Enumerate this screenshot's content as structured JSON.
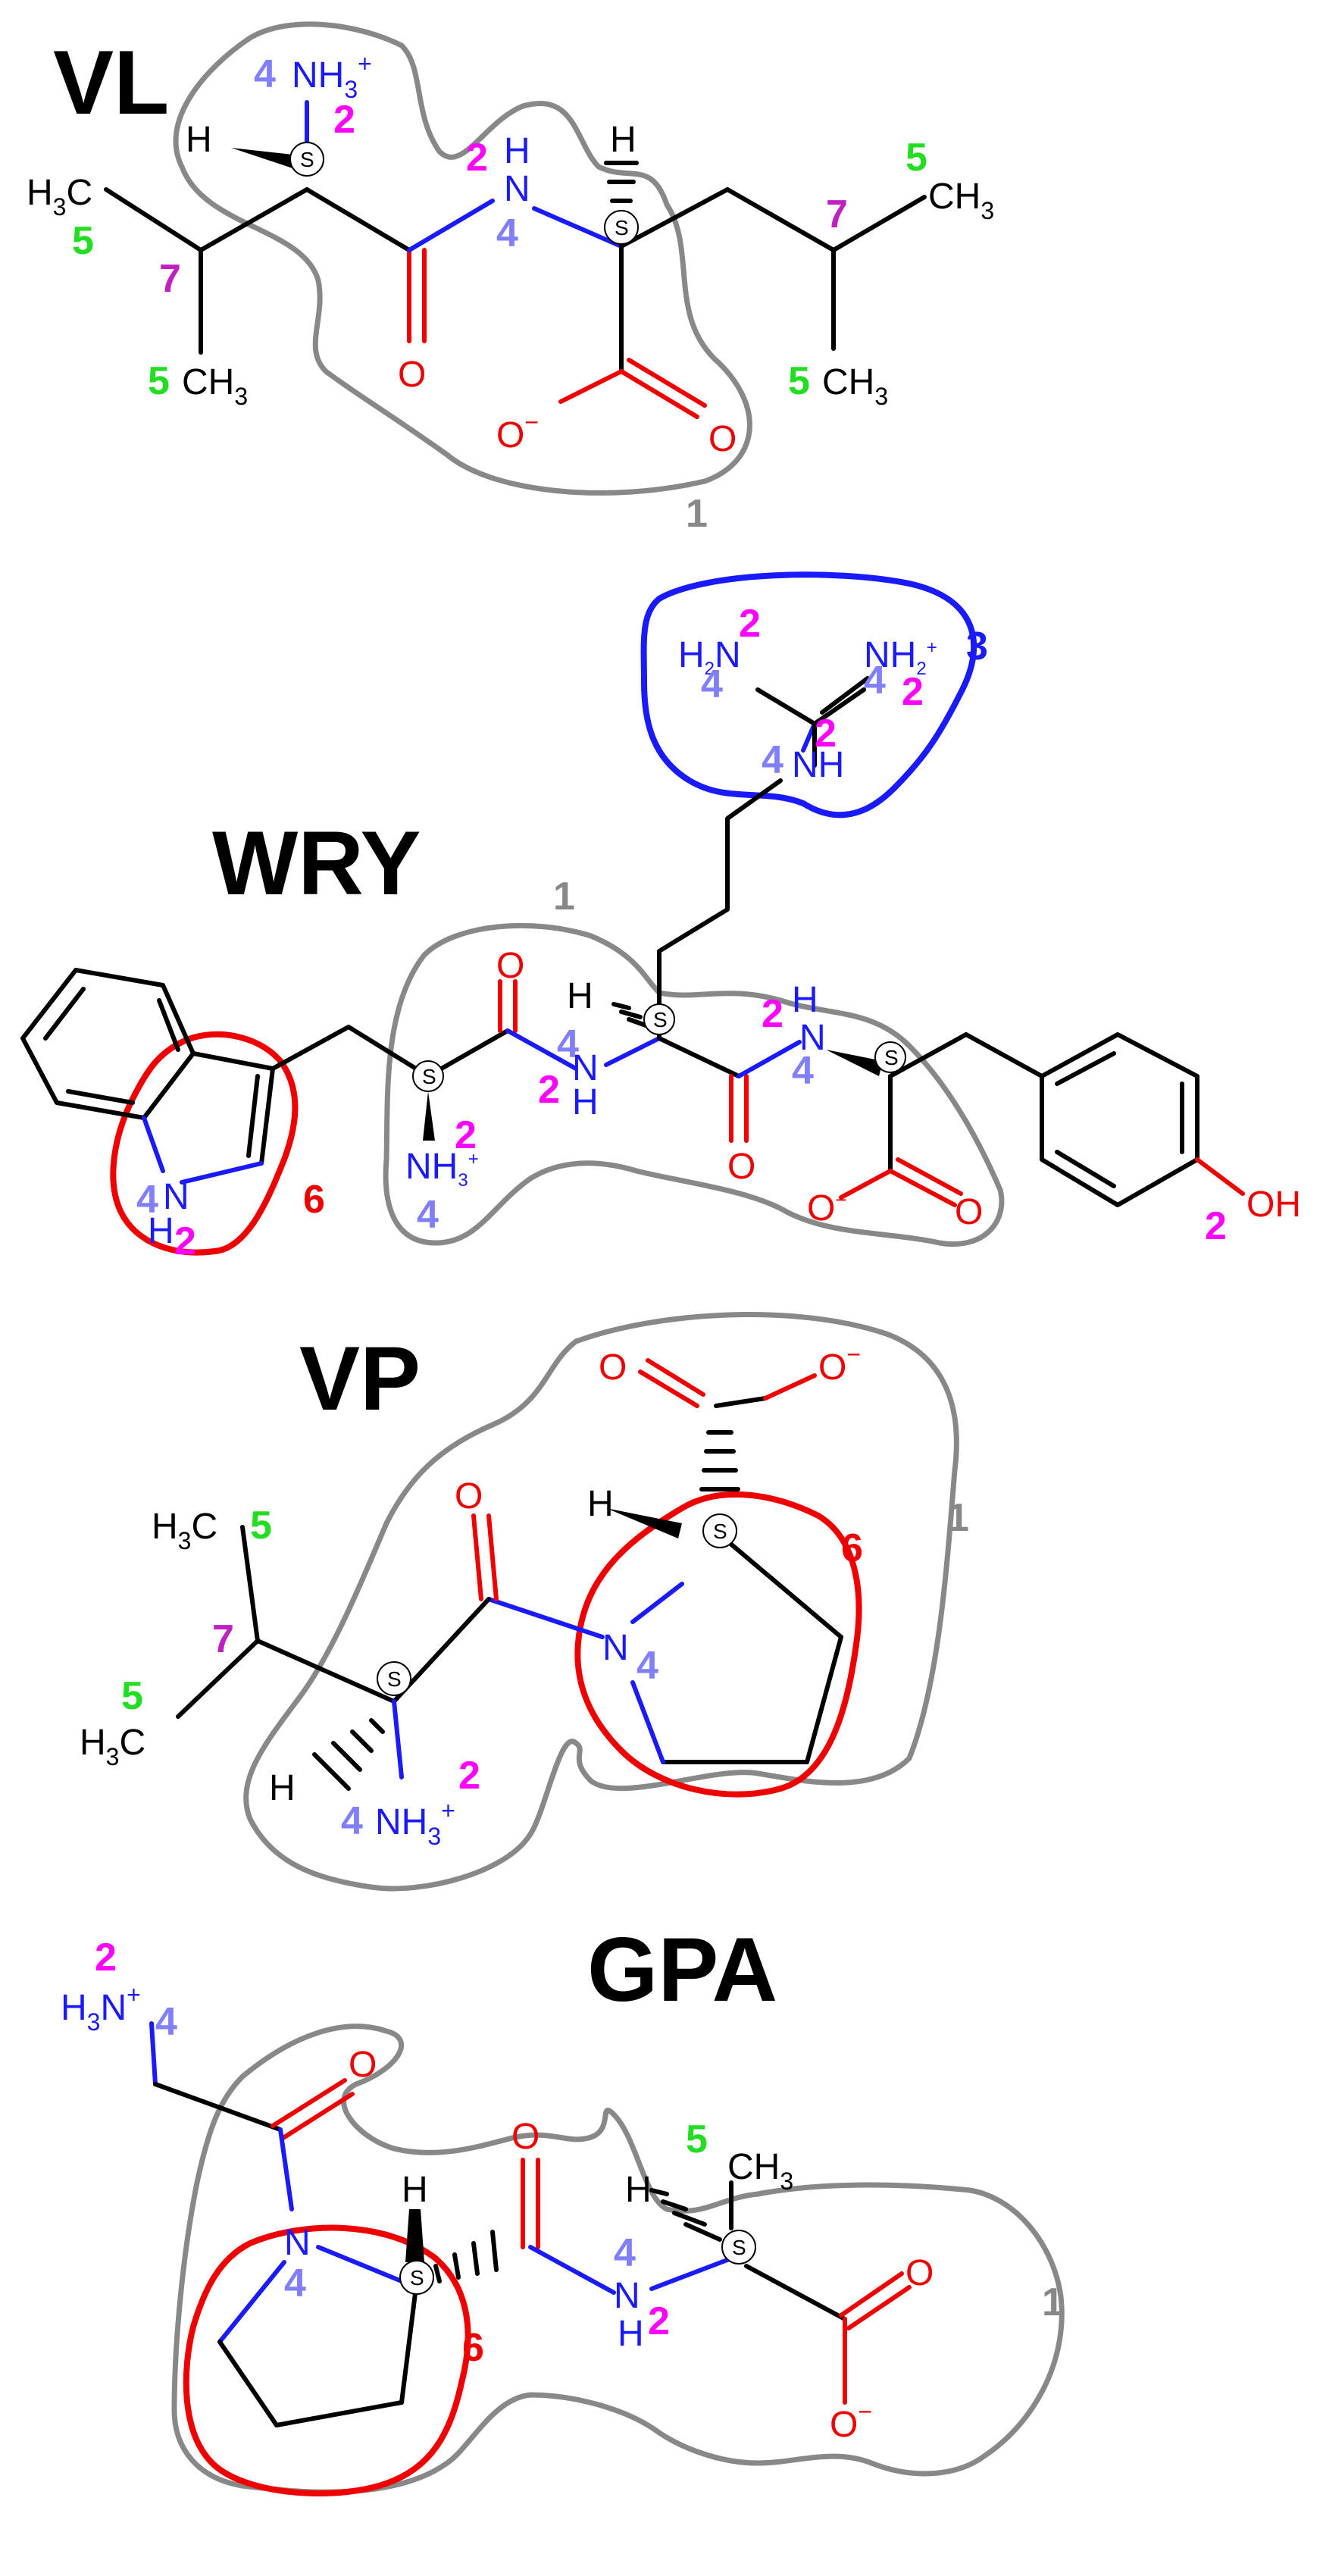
{
  "colors": {
    "group_1": "#888888",
    "group_2": "#ff00ff",
    "group_3": "#1a1aff",
    "group_4": "#8080ff",
    "group_5": "#22dd22",
    "group_6": "#ee0000",
    "group_7": "#c020c0",
    "carbon": "#000000",
    "nitrogen": "#1a1aff",
    "oxygen": "#ee0000"
  },
  "molecules": [
    {
      "name": "VL",
      "atoms": {
        "nh3": "NH",
        "nh3_sub": "3",
        "nh3_sup": "+",
        "h_left": "H",
        "nh_n": "N",
        "nh_h": "H",
        "h_right": "H",
        "o_carbonyl": "O",
        "o_minus": "O",
        "o_minus_sup": "−",
        "o_acid": "O",
        "ch3_a_c": "H",
        "ch3_a_sub": "3",
        "ch3_a_tail": "C",
        "ch3_b": "CH",
        "ch3_b_sub": "3",
        "ch3_c": "CH",
        "ch3_c_sub": "3",
        "ch3_d": "CH",
        "ch3_d_sub": "3",
        "stereo_1": "S",
        "stereo_2": "S"
      },
      "numbers": {
        "n4_top": "4",
        "n2_top": "2",
        "n2_mid": "2",
        "n4_mid": "4",
        "n5_a": "5",
        "n7_a": "7",
        "n5_b": "5",
        "n7_b": "7",
        "n5_c": "5",
        "n5_d": "5",
        "n1": "1"
      }
    },
    {
      "name": "WRY",
      "atoms": {
        "h2n": "H",
        "h2n_sub": "2",
        "h2n_n": "N",
        "nh2plus": "NH",
        "nh2plus_sub": "2",
        "nh2plus_sup": "+",
        "nh_guan": "NH",
        "o_top": "O",
        "h_mid": "H",
        "hn_n": "N",
        "hn_h": "H",
        "h_n_right": "H",
        "n_right": "N",
        "o_mid": "O",
        "nh3": "NH",
        "nh3_sub": "3",
        "nh3_sup": "+",
        "o_minus": "O",
        "o_minus_sup": "−",
        "o_acid": "O",
        "oh": "OH",
        "indole_n": "N",
        "indole_h": "H",
        "stereo_1": "S",
        "stereo_2": "S",
        "stereo_3": "S"
      },
      "numbers": {
        "g2_a": "2",
        "g4_a": "4",
        "g4_b": "4",
        "g2_b": "2",
        "g3": "3",
        "g4_c": "4",
        "g2_c": "2",
        "g1": "1",
        "g4_d": "4",
        "g2_d": "2",
        "g2_e": "2",
        "g4_e": "4",
        "g2_f": "2",
        "g4_f": "4",
        "g4_g": "4",
        "g2_g": "2",
        "g6": "6",
        "g2_h": "2"
      }
    },
    {
      "name": "VP",
      "atoms": {
        "o_left": "O",
        "o_right": "O",
        "o_right_sup": "−",
        "o_amide": "O",
        "h_ring": "H",
        "n_ring": "N",
        "ch3_a_h": "H",
        "ch3_a_sub": "3",
        "ch3_a_c": "C",
        "ch3_b_h": "H",
        "ch3_b_sub": "3",
        "ch3_b_c": "C",
        "h_low": "H",
        "nh3": "NH",
        "nh3_sub": "3",
        "nh3_sup": "+",
        "stereo_1": "S",
        "stereo_2": "S"
      },
      "numbers": {
        "n5_a": "5",
        "n7": "7",
        "n5_b": "5",
        "n4_ring": "4",
        "n6": "6",
        "n1": "1",
        "n2": "2",
        "n4_nh3": "4"
      }
    },
    {
      "name": "GPA",
      "atoms": {
        "h3n_h": "H",
        "h3n_sub": "3",
        "h3n_n": "N",
        "h3n_sup": "+",
        "o_gly": "O",
        "o_pro": "O",
        "h_pro": "H",
        "n_ring": "N",
        "nh_n": "N",
        "nh_h": "H",
        "h_ala": "H",
        "ch3": "CH",
        "ch3_sub": "3",
        "o_acid": "O",
        "o_minus": "O",
        "o_minus_sup": "−",
        "stereo_1": "S",
        "stereo_2": "S"
      },
      "numbers": {
        "n2_top": "2",
        "n4_top": "4",
        "n4_ring": "4",
        "n6": "6",
        "n4_nh": "4",
        "n2_nh": "2",
        "n5": "5",
        "n1": "1"
      }
    }
  ]
}
